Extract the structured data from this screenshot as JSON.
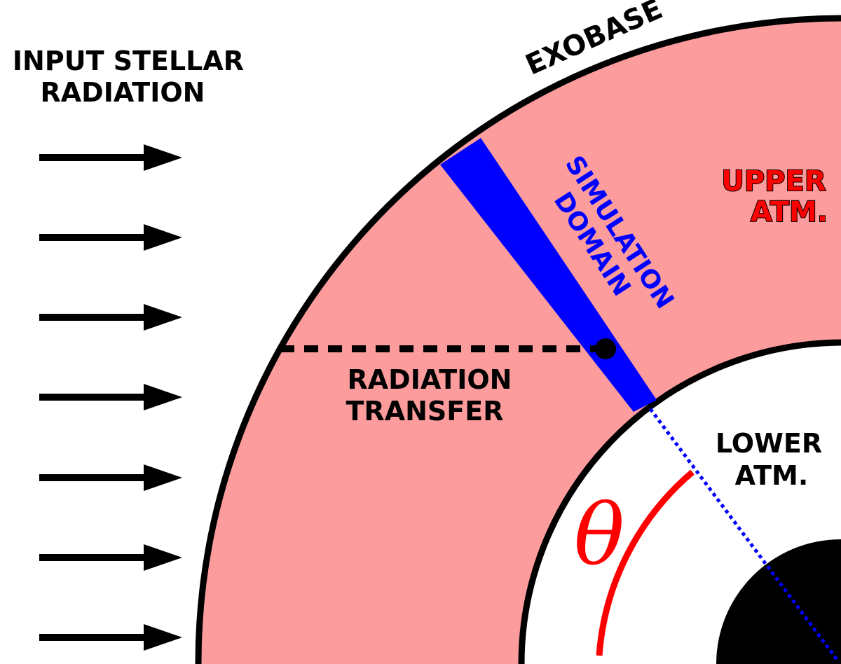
{
  "labels": {
    "input_line1": "INPUT STELLAR",
    "input_line2": "RADIATION",
    "exobase": "EXOBASE",
    "sim_line1": "SIMULATION",
    "sim_line2": "DOMAIN",
    "upper_line1": "UPPER",
    "upper_line2": "ATM.",
    "rad_line1": "RADIATION",
    "rad_line2": "TRANSFER",
    "lower_line1": "LOWER",
    "lower_line2": "ATM.",
    "theta": "θ"
  },
  "colors": {
    "upper_atmosphere": "#fc9c9c",
    "outline": "#000000",
    "simulation_domain": "#0000ff",
    "upper_label": "#ff0000",
    "theta_arc": "#ff0000",
    "core": "#000000",
    "background": "#ffffff"
  }
}
